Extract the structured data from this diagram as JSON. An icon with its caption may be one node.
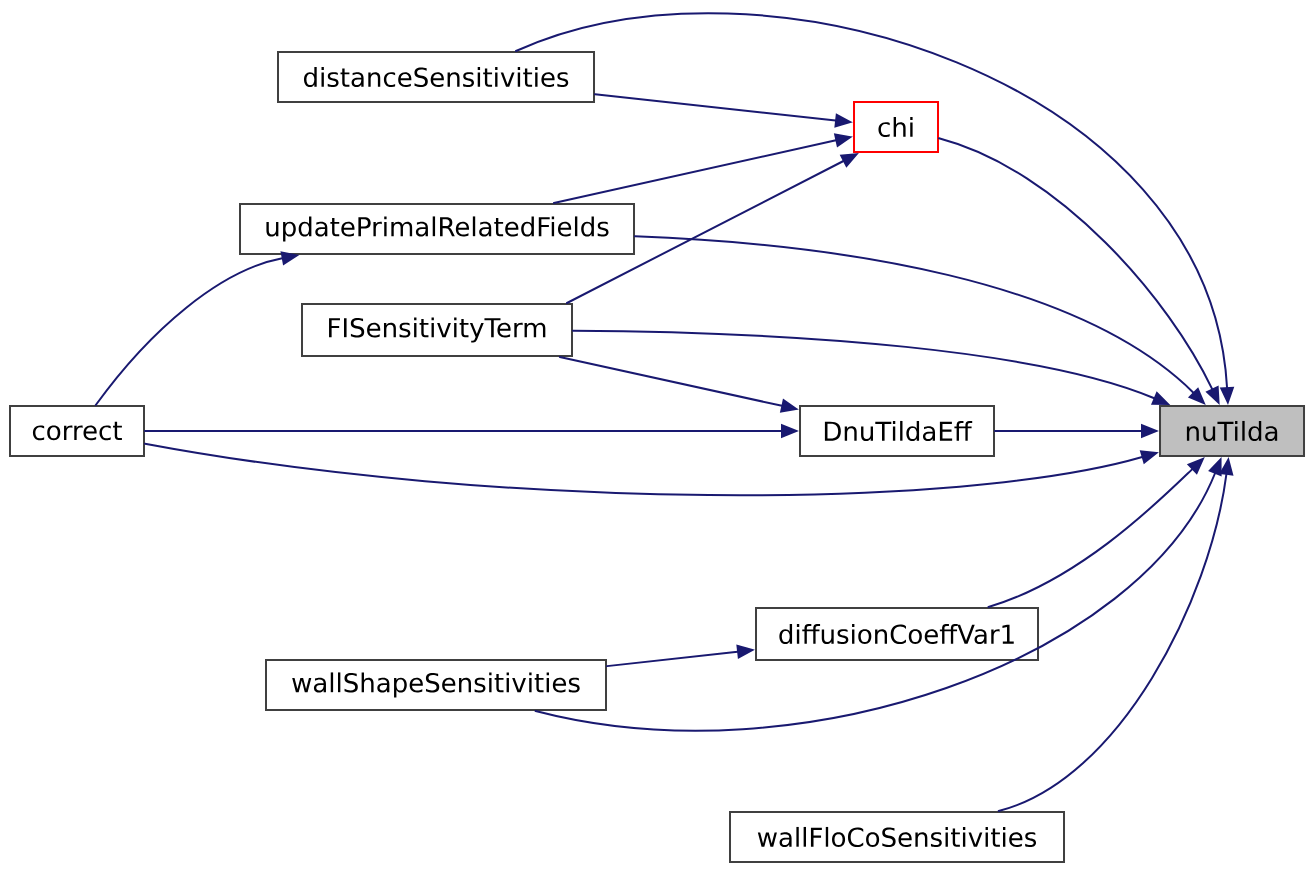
{
  "diagram": {
    "nodes": [
      {
        "text": [
          "distanceSensitivities"
        ]
      },
      {
        "text": [
          "chi"
        ]
      },
      {
        "text": [
          "updatePrimalRelatedFields"
        ]
      },
      {
        "text": [
          "FISensitivityTerm"
        ]
      },
      {
        "text": [
          "correct"
        ]
      },
      {
        "text": [
          "DnuTildaEff"
        ]
      },
      {
        "text": [
          "nuTilda"
        ]
      },
      {
        "text": [
          "diffusionCoeffVar1"
        ]
      },
      {
        "text": [
          "wallShapeSensitivities"
        ]
      },
      {
        "text": [
          "wallFloCoSensitivities"
        ]
      }
    ],
    "edges": [
      {
        "from": 0,
        "to": 6,
        "arrow": "to"
      },
      {
        "from": 0,
        "to": 1,
        "arrow": "to"
      },
      {
        "from": 1,
        "to": 6,
        "arrow": "to"
      },
      {
        "from": 2,
        "to": 1,
        "arrow": "to"
      },
      {
        "from": 2,
        "to": 6,
        "arrow": "to"
      },
      {
        "from": 3,
        "to": 1,
        "arrow": "to"
      },
      {
        "from": 3,
        "to": 6,
        "arrow": "to"
      },
      {
        "from": 3,
        "to": 5,
        "arrow": "to"
      },
      {
        "from": 4,
        "to": 2,
        "arrow": "to"
      },
      {
        "from": 4,
        "to": 5,
        "arrow": "to"
      },
      {
        "from": 4,
        "to": 6,
        "arrow": "to"
      },
      {
        "from": 5,
        "to": 6,
        "arrow": "to"
      },
      {
        "from": 7,
        "to": 6,
        "arrow": "to"
      },
      {
        "from": 8,
        "to": 7,
        "arrow": "to"
      },
      {
        "from": 8,
        "to": 6,
        "arrow": "to"
      },
      {
        "from": 9,
        "to": 6,
        "arrow": "to"
      }
    ]
  }
}
